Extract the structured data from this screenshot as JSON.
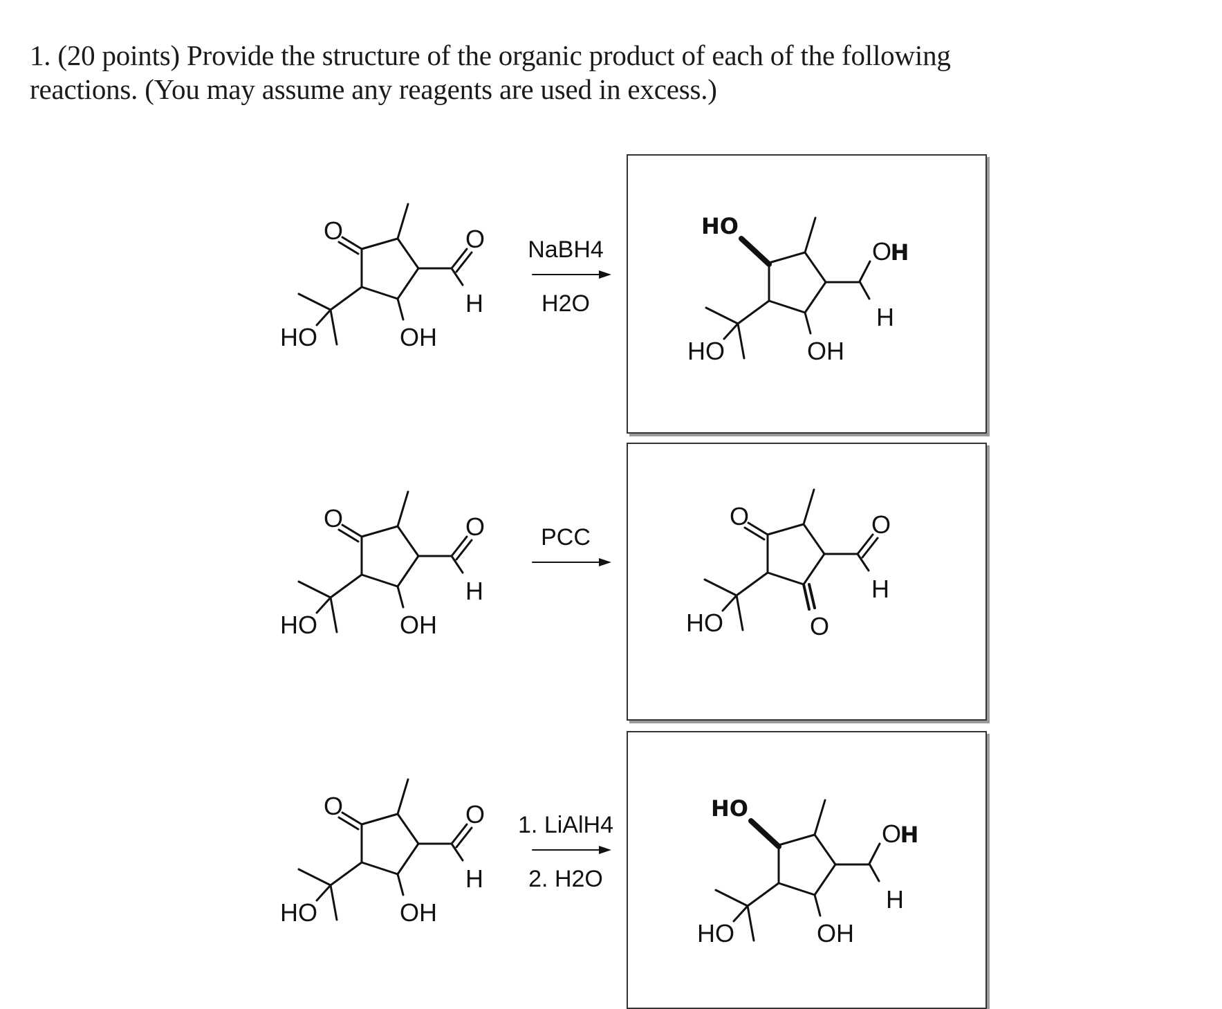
{
  "question": {
    "line1": "1. (20 points) Provide the structure of the organic product of each of the following",
    "line2": "reactions. (You may assume any reagents are used in excess.)"
  },
  "reactions": [
    {
      "reagent_top": "NaBH4",
      "reagent_bottom": "H2O",
      "reactant_labels": {
        "ketone_o": "O",
        "aldehyde_o": "O",
        "aldehyde_h": "H",
        "ring_oh": "OH",
        "side_ho": "HO"
      },
      "product_labels": {
        "new_ho": "HO",
        "new_oh_o": "O",
        "new_oh_h": "H",
        "aldehyde_h": "H",
        "ring_oh": "OH",
        "side_ho": "HO"
      }
    },
    {
      "reagent_top": "PCC",
      "reagent_bottom": "",
      "reactant_labels": {
        "ketone_o": "O",
        "aldehyde_o": "O",
        "aldehyde_h": "H",
        "ring_oh": "OH",
        "side_ho": "HO"
      },
      "product_labels": {
        "ketone_o": "O",
        "aldehyde_o": "O",
        "aldehyde_h": "H",
        "new_ketone_o": "O",
        "side_ho": "HO"
      }
    },
    {
      "reagent_top": "1. LiAlH4",
      "reagent_bottom": "2. H2O",
      "reactant_labels": {
        "ketone_o": "O",
        "aldehyde_o": "O",
        "aldehyde_h": "H",
        "ring_oh": "OH",
        "side_ho": "HO"
      },
      "product_labels": {
        "new_ho": "HO",
        "new_oh_o": "O",
        "new_oh_h": "H",
        "aldehyde_h": "H",
        "ring_oh": "OH",
        "side_ho": "HO"
      }
    }
  ]
}
